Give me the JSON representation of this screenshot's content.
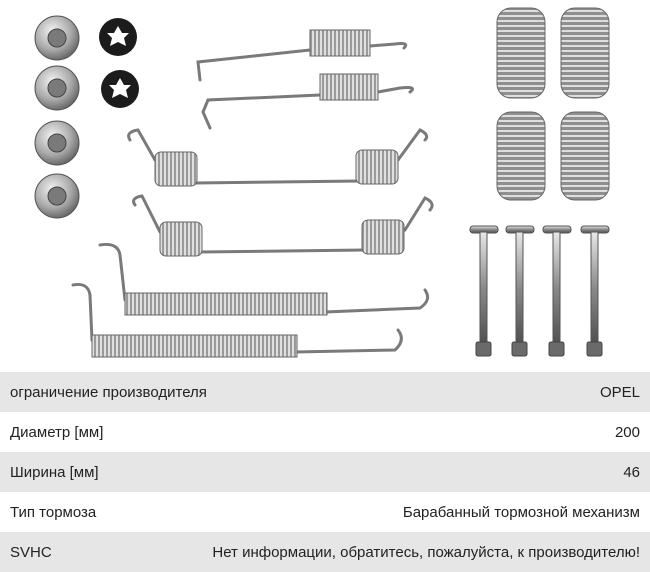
{
  "product_image": {
    "icon": "brake-shoe-fitting-kit-photo"
  },
  "specs": [
    {
      "label": "ограничение производителя",
      "value": "OPEL"
    },
    {
      "label": "Диаметр [мм]",
      "value": "200"
    },
    {
      "label": "Ширина [мм]",
      "value": "46"
    },
    {
      "label": "Тип тормоза",
      "value": "Барабанный тормозной механизм"
    },
    {
      "label": "SVHC",
      "value": "Нет информации, обратитесь, пожалуйста, к производителю!"
    }
  ]
}
